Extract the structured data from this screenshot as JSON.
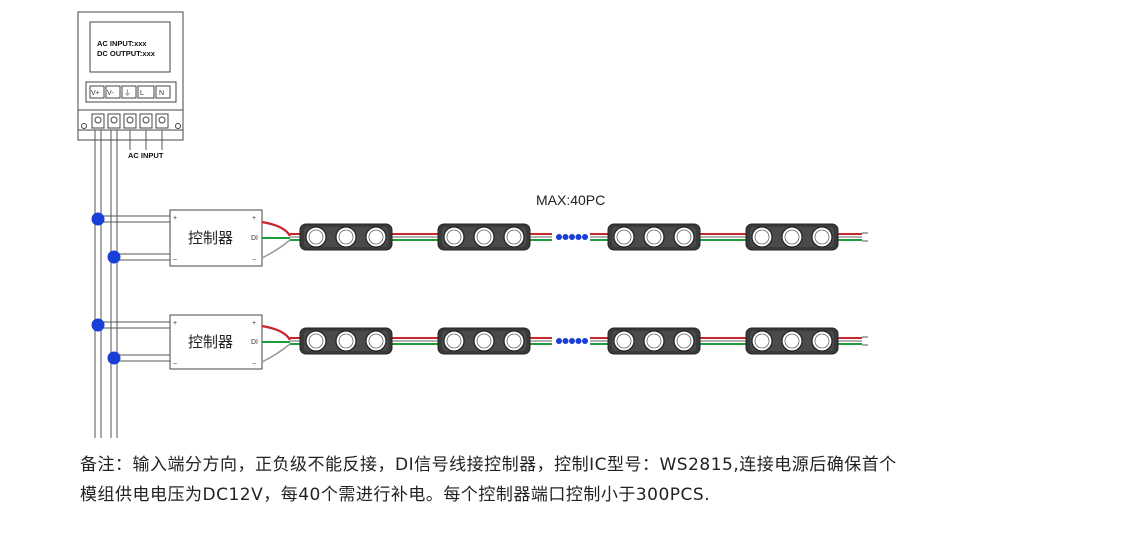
{
  "power_supply": {
    "line1": "AC INPUT:xxx",
    "line2": "DC OUTPUT:xxx",
    "terminals": [
      "V+",
      "V-",
      "⏚",
      "L",
      "N"
    ],
    "input_label": "AC INPUT"
  },
  "controllers": [
    {
      "label": "控制器",
      "plus": "+",
      "minus": "−",
      "out_plus": "+",
      "di": "DI",
      "out_minus": "−"
    },
    {
      "label": "控制器",
      "plus": "+",
      "minus": "−",
      "out_plus": "+",
      "di": "DI",
      "out_minus": "−"
    }
  ],
  "max_label": "MAX:40PC",
  "wire_colors": {
    "red": "#c8262c",
    "green": "#1f9a3c",
    "white": "#999999",
    "node": "#1a3fd6",
    "dots": "#1a3fd6"
  },
  "note": {
    "line1": "备注：输入端分方向，正负级不能反接，DI信号线接控制器，控制IC型号：WS2815,连接电源后确保首个",
    "line2": "模组供电电压为DC12V，每40个需进行补电。每个控制器端口控制小于300PCS."
  }
}
